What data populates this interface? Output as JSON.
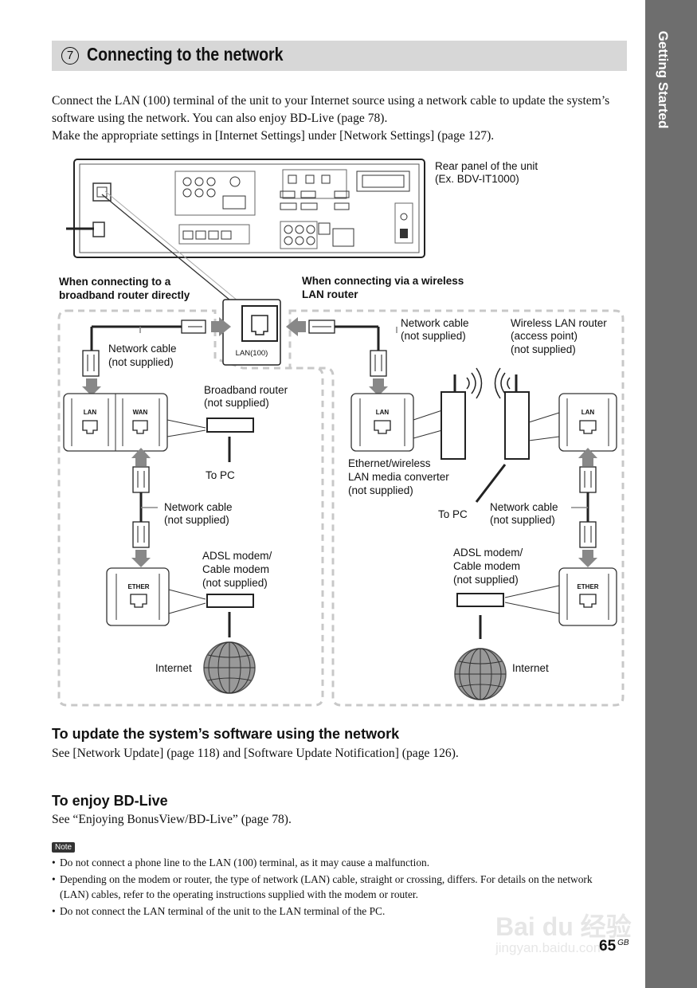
{
  "side_tab": {
    "label": "Getting Started"
  },
  "section": {
    "number": "7",
    "title": "Connecting to the network"
  },
  "intro": {
    "p1": "Connect the LAN (100) terminal of the unit to your Internet source using a network cable to update the system’s software using the network. You can also enjoy BD-Live (page 78).",
    "p2": "Make the appropriate settings in [Internet Settings] under [Network Settings] (page 127)."
  },
  "diagram": {
    "rear_panel_line1": "Rear panel of the unit",
    "rear_panel_line2": "(Ex. BDV-IT1000)",
    "lan_label": "LAN(100)",
    "left_heading_1": "When connecting to a",
    "left_heading_2": "broadband router directly",
    "right_heading_1": "When connecting via a wireless",
    "right_heading_2": "LAN router",
    "network_cable": "Network cable",
    "not_supplied": "(not supplied)",
    "broadband_router": "Broadband router",
    "to_pc": "To PC",
    "adsl_modem": "ADSL modem/",
    "cable_modem": "Cable modem",
    "internet": "Internet",
    "wireless_router_1": "Wireless LAN router",
    "wireless_router_2": "(access point)",
    "converter_1": "Ethernet/wireless",
    "converter_2": "LAN media converter",
    "port_lan": "LAN",
    "port_wan": "WAN",
    "port_ether": "ETHER"
  },
  "update_section": {
    "heading": "To update the system’s software using the network",
    "text": "See [Network Update] (page 118) and [Software Update Notification] (page 126)."
  },
  "bdlive_section": {
    "heading": "To enjoy BD-Live",
    "text": "See “Enjoying BonusView/BD-Live” (page 78)."
  },
  "note": {
    "label": "Note",
    "items": [
      "Do not connect a phone line to the LAN (100) terminal, as it may cause a malfunction.",
      "Depending on the modem or router, the type of network (LAN) cable, straight or crossing, differs. For details on the network (LAN) cables, refer to the operating instructions supplied with the modem or router.",
      "Do not connect the LAN terminal of the unit to the LAN terminal of the PC."
    ]
  },
  "page": {
    "number": "65",
    "suffix": "GB"
  },
  "watermark": {
    "text": "Bai du 经验",
    "sub": "jingyan.baidu.com"
  }
}
